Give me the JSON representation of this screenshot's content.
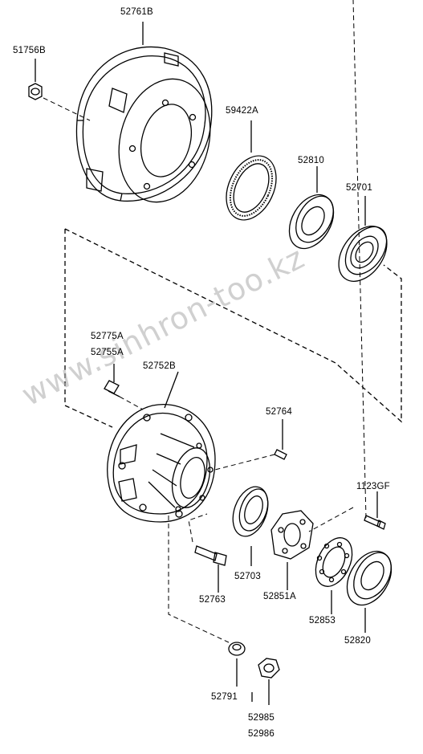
{
  "labels": {
    "p52761B": "52761B",
    "p51756B": "51756B",
    "p59422A": "59422A",
    "p52810": "52810",
    "p52701": "52701",
    "p52775A": "52775A",
    "p52755A": "52755A",
    "p52752B": "52752B",
    "p52764": "52764",
    "p1123GF": "1123GF",
    "p52703": "52703",
    "p52851A": "52851A",
    "p52763": "52763",
    "p52853": "52853",
    "p52820": "52820",
    "p52791": "52791",
    "p52985": "52985",
    "p52986": "52986"
  },
  "watermark": "www.sinhron-too.kz",
  "colors": {
    "line": "#000000",
    "watermark": "#aaaaaa",
    "background": "#ffffff"
  }
}
